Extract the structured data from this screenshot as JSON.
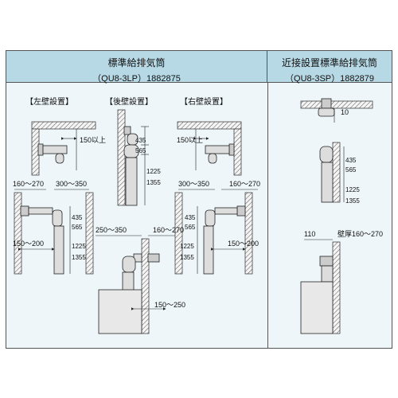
{
  "header_left": {
    "title": "標準給排気筒",
    "model": "（QU8-3LP）1882875"
  },
  "header_right": {
    "title": "近接設置標準給排気筒",
    "model": "（QU8-3SP）1882879"
  },
  "labels": {
    "left_wall": "【左壁設置】",
    "back_wall": "【後壁設置】",
    "right_wall": "【右壁設置】"
  },
  "dims": {
    "d150_over": "150以上",
    "d435": "435",
    "d565": "565",
    "d1225": "1225",
    "d1355": "1355",
    "d160_270": "160～270",
    "d300_350": "300～350",
    "d150_200": "150～200",
    "d250_350": "250～350",
    "d150_250": "150～250",
    "d10": "10",
    "d110": "110",
    "d_wall160_270": "壁厚160～270"
  },
  "colors": {
    "header_bg": "#b7d9e6",
    "panel_bg": "#eef6fa",
    "ink": "#222222"
  }
}
